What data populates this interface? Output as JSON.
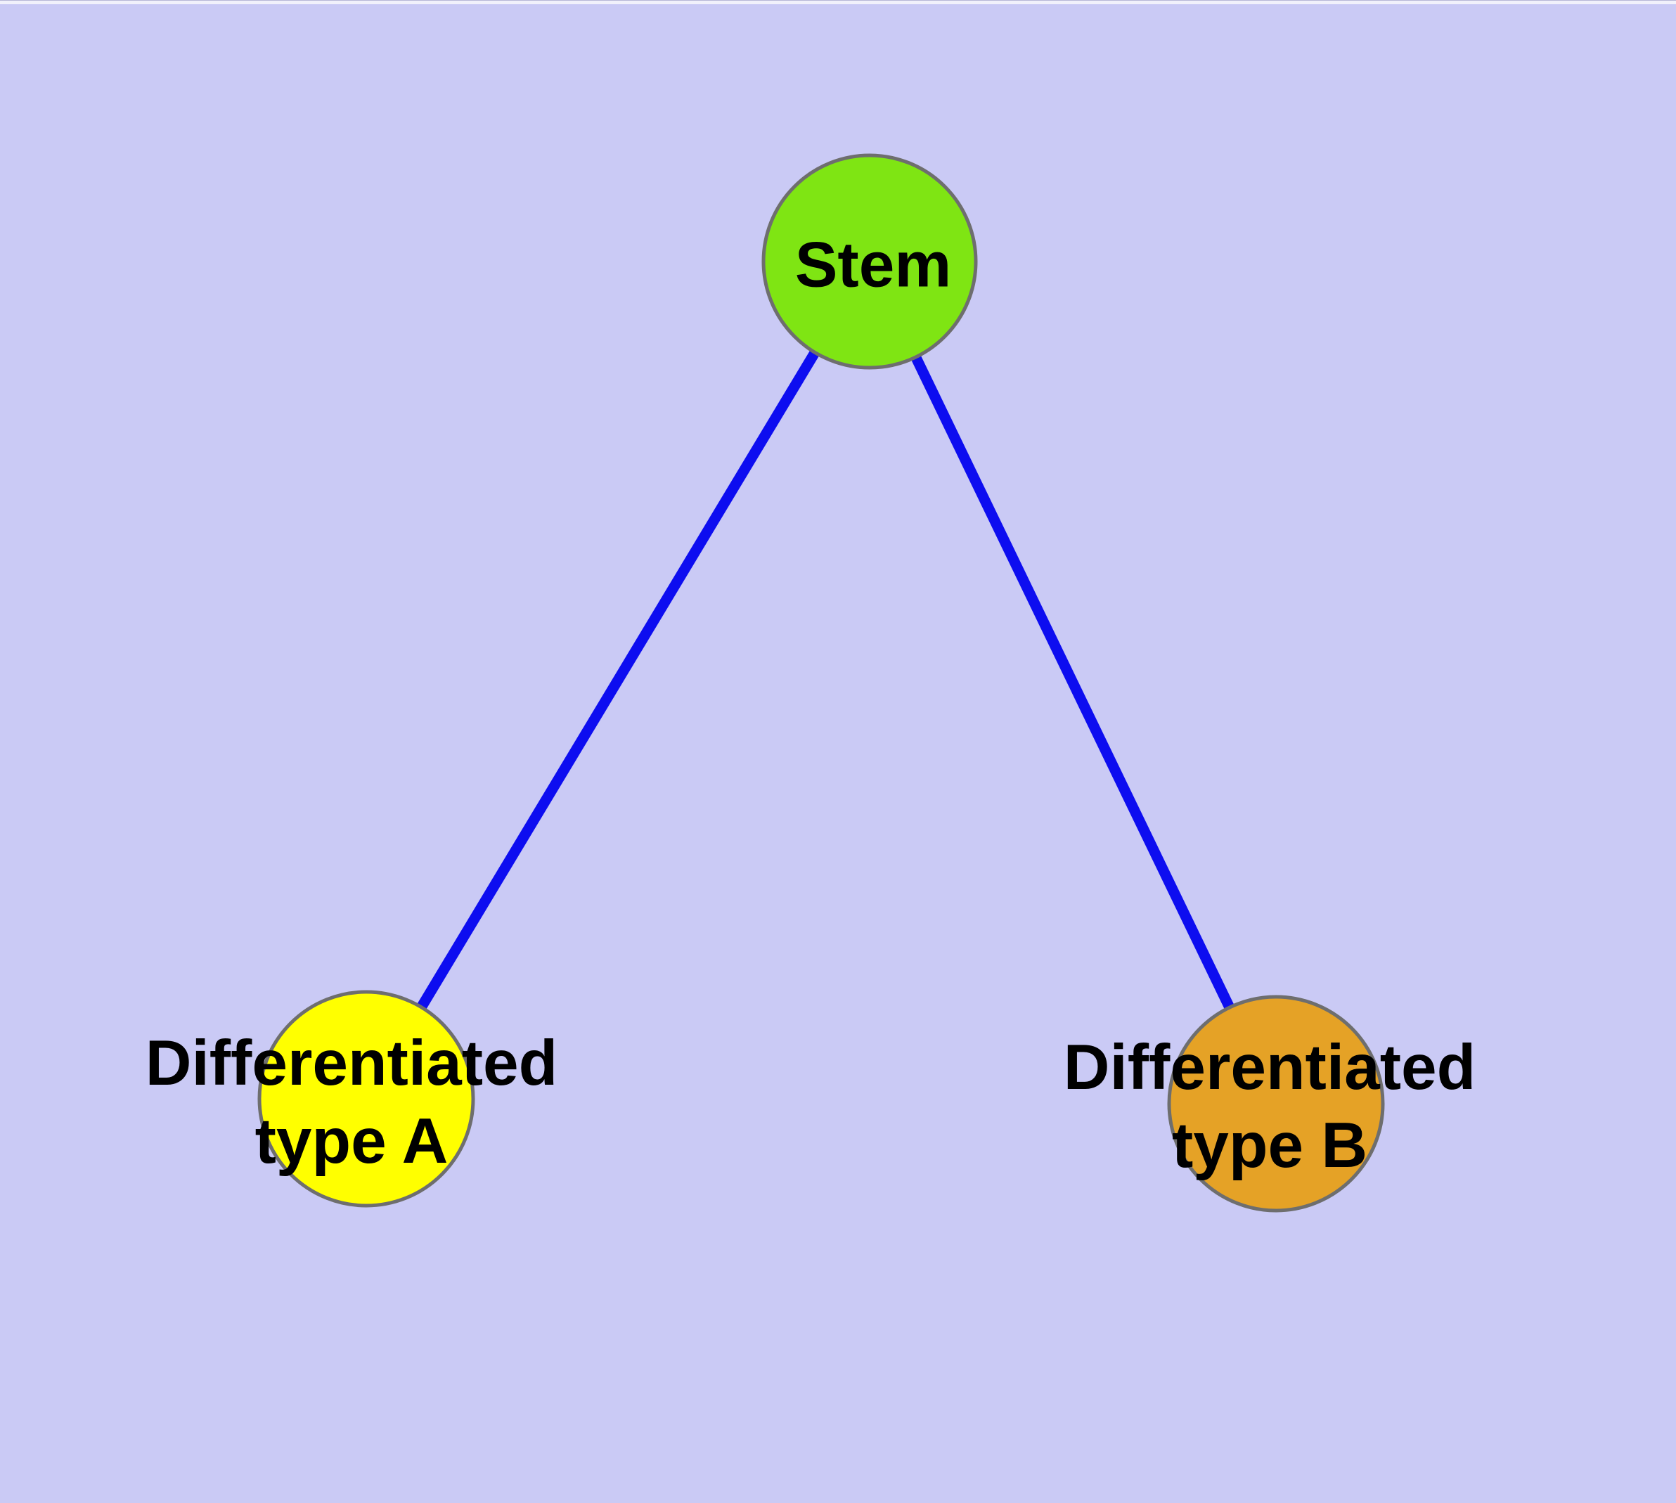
{
  "diagram": {
    "background_color": "#CACAF5",
    "edge_color": "#0D0DF0",
    "node_border_color": "#6E6E6E",
    "label_color": "#000000",
    "nodes": [
      {
        "id": "stem",
        "label": "Stem",
        "fill": "#7FE513"
      },
      {
        "id": "type-a",
        "label": "Differentiated\ntype A",
        "fill": "#FFFF00"
      },
      {
        "id": "type-b",
        "label": "Differentiated\ntype B",
        "fill": "#E5A226"
      }
    ],
    "edges": [
      {
        "from": "stem",
        "to": "type-a"
      },
      {
        "from": "stem",
        "to": "type-b"
      }
    ]
  }
}
